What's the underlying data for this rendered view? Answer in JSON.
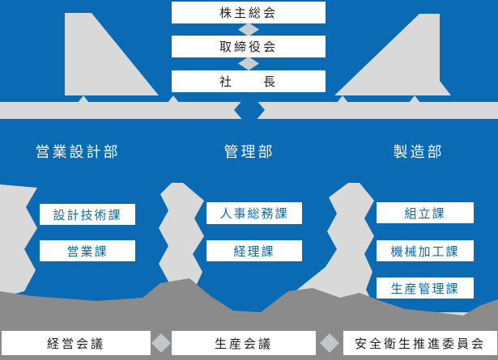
{
  "colors": {
    "blue": "#0a6ab4",
    "panel_gray": "#d9d9d9",
    "bar_gray": "#8b8b8b",
    "diamond_gray": "#c8cdd2",
    "bar_diamond_gray": "#c3c6c9",
    "box_white": "#ffffff",
    "text_dark": "#1f1f1f"
  },
  "governance": {
    "levels": [
      {
        "label": "株主総会"
      },
      {
        "label": "取締役会"
      },
      {
        "label": "社　　長"
      }
    ]
  },
  "departments": [
    {
      "name": "営業設計部",
      "sections": [
        {
          "label": "設計技術課"
        },
        {
          "label": "営業課"
        }
      ]
    },
    {
      "name": "管理部",
      "sections": [
        {
          "label": "人事総務課"
        },
        {
          "label": "経理課"
        }
      ]
    },
    {
      "name": "製造部",
      "sections": [
        {
          "label": "組立課"
        },
        {
          "label": "機械加工課"
        },
        {
          "label": "生産管理課"
        }
      ]
    }
  ],
  "meetings": [
    {
      "label": "経営会議"
    },
    {
      "label": "生産会議"
    },
    {
      "label": "安全衛生推進委員会"
    }
  ]
}
